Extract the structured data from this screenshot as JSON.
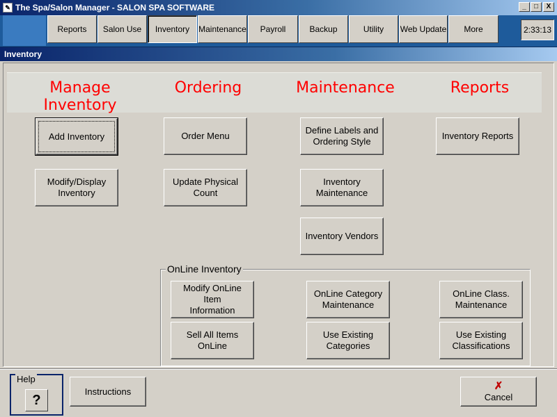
{
  "window": {
    "title": "The Spa/Salon Manager - SALON SPA SOFTWARE",
    "min": "_",
    "max": "□",
    "close": "X"
  },
  "nav": {
    "items": [
      "Reports",
      "Salon Use",
      "Inventory",
      "Maintenance",
      "Payroll",
      "Backup",
      "Utility",
      "Web Update",
      "More"
    ],
    "active": "Inventory",
    "clock": "2:33:13"
  },
  "form": {
    "title": "Inventory"
  },
  "sections": {
    "manage": "Manage Inventory",
    "ordering": "Ordering",
    "maintenance": "Maintenance",
    "reports": "Reports"
  },
  "buttons": {
    "add_inventory": "Add Inventory",
    "modify_display": "Modify/Display\nInventory",
    "order_menu": "Order Menu",
    "update_count": "Update Physical\nCount",
    "define_labels": "Define Labels and\nOrdering Style",
    "inventory_maintenance": "Inventory\nMaintenance",
    "inventory_vendors": "Inventory Vendors",
    "inventory_reports": "Inventory Reports"
  },
  "online": {
    "legend": "OnLine Inventory",
    "modify_item": "Modify OnLine Item\nInformation",
    "category_maint": "OnLine Category\nMaintenance",
    "class_maint": "OnLine Class.\nMaintenance",
    "sell_all": "Sell All Items\nOnLine",
    "use_categories": "Use Existing\nCategories",
    "use_classifications": "Use Existing\nClassifications"
  },
  "footer": {
    "help_legend": "Help",
    "help_icon": "?",
    "instructions": "Instructions",
    "cancel_icon": "✗",
    "cancel": "Cancel"
  }
}
